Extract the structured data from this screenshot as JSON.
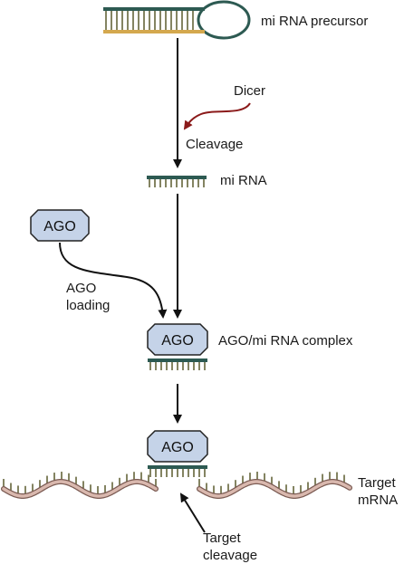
{
  "labels": {
    "precursor": "mi RNA precursor",
    "dicer": "Dicer",
    "cleavage": "Cleavage",
    "mirna": "mi RNA",
    "ago_loading_line1": "AGO",
    "ago_loading_line2": "loading",
    "complex": "AGO/mi RNA complex",
    "target_mrna_line1": "Target",
    "target_mrna_line2": "mRNA",
    "target_cleavage_line1": "Target",
    "target_cleavage_line2": "cleavage"
  },
  "ago": {
    "free": "AGO",
    "complex": "AGO",
    "bound": "AGO"
  },
  "colors": {
    "ago_fill": "#c5d3e8",
    "strand_dark": "#2d5a52",
    "strand_gold": "#d4a84e",
    "dicer_arrow": "#8b1a1a",
    "mrna_fill": "#d9b8ae",
    "mrna_stroke": "#7a5a52",
    "base_tick": "#5a5a2e",
    "arrow": "#111111"
  }
}
